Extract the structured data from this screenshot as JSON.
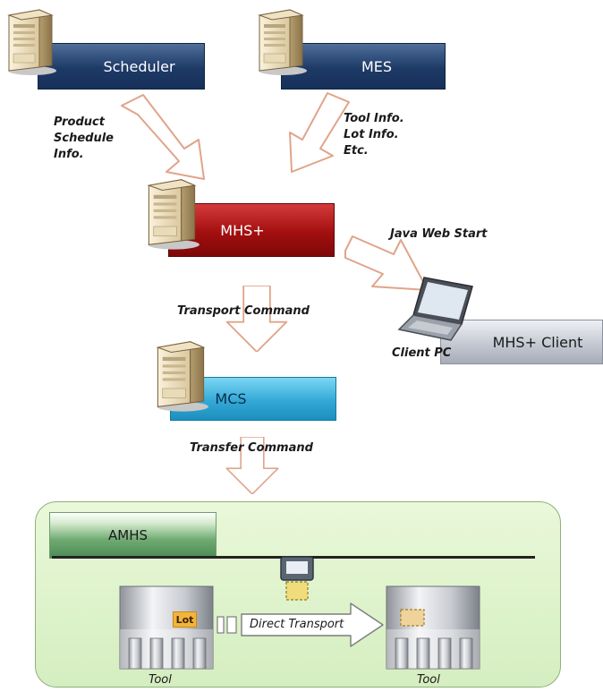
{
  "nodes": {
    "scheduler": "Scheduler",
    "mes": "MES",
    "mhs": "MHS+",
    "mcs": "MCS",
    "mhs_client": "MHS+ Client",
    "amhs": "AMHS"
  },
  "labels": {
    "product_schedule": [
      "Product",
      "Schedule",
      "Info."
    ],
    "mes_info": [
      "Tool Info.",
      "Lot Info.",
      "Etc."
    ],
    "java_web_start": "Java Web Start",
    "client_pc": "Client PC",
    "transport_command": "Transport Command",
    "transfer_command": "Transfer Command"
  },
  "amhs_area": {
    "lot": "Lot",
    "direct_transport": "Direct Transport",
    "tool_left": "Tool",
    "tool_right": "Tool"
  },
  "colors": {
    "navy": "#1d3a66",
    "red": "#a30f0f",
    "cyan": "#33a9d7",
    "grey": "#c4c9d2",
    "green_area": "#d5eec0",
    "arrow_fill": "#ffffff",
    "arrow_stroke": "#e0a48a"
  },
  "icons": [
    "server-icon",
    "laptop-icon",
    "block-arrow-icon",
    "tool-icon",
    "vehicle-icon"
  ]
}
